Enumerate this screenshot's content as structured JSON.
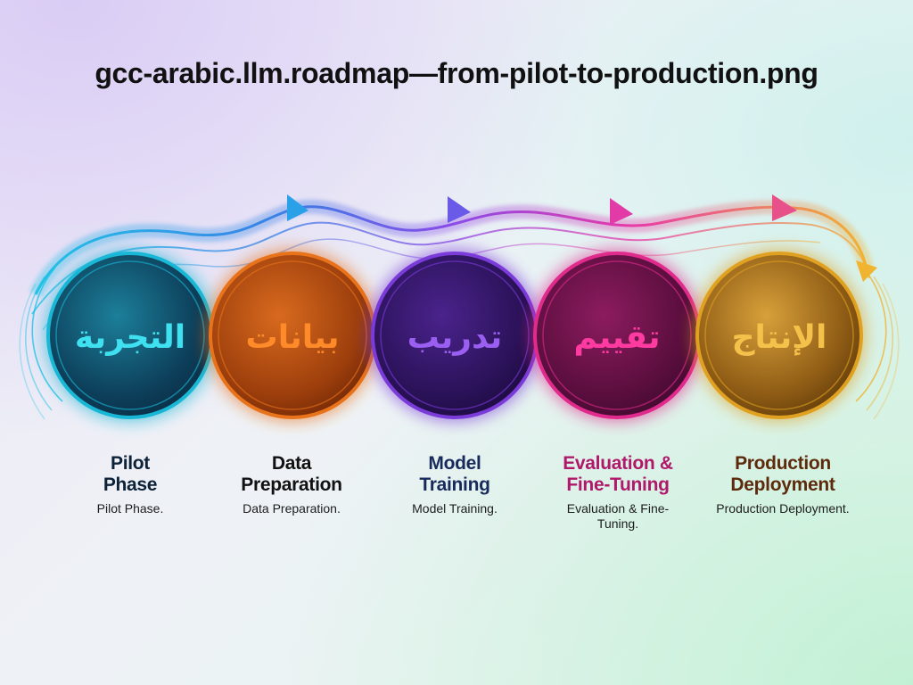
{
  "title": "gcc-arabic.llm.roadmap—from-pilot-to-production.png",
  "stages": [
    {
      "title_line1": "Pilot",
      "title_line2": "Phase",
      "description": "Pilot Phase.",
      "calligraphy": "التجربة",
      "color": "#19b7d6",
      "icon": "arabic-calligraphy-emblem"
    },
    {
      "title_line1": "Data",
      "title_line2": "Preparation",
      "description": "Data Preparation.",
      "calligraphy": "بيانات",
      "color": "#e8731a",
      "icon": "arabic-calligraphy-emblem"
    },
    {
      "title_line1": "Model",
      "title_line2": "Training",
      "description": "Model Training.",
      "calligraphy": "تدريب",
      "color": "#7a3bd8",
      "icon": "arabic-calligraphy-emblem"
    },
    {
      "title_line1": "Evaluation &",
      "title_line2": "Fine-Tuning",
      "description": "Evaluation & Fine-Tuning.",
      "calligraphy": "تقييم",
      "color": "#e02a8c",
      "icon": "arabic-calligraphy-emblem"
    },
    {
      "title_line1": "Production",
      "title_line2": "Deployment",
      "description": "Production Deployment.",
      "calligraphy": "الإنتاج",
      "color": "#e0a020",
      "icon": "arabic-calligraphy-emblem"
    }
  ]
}
